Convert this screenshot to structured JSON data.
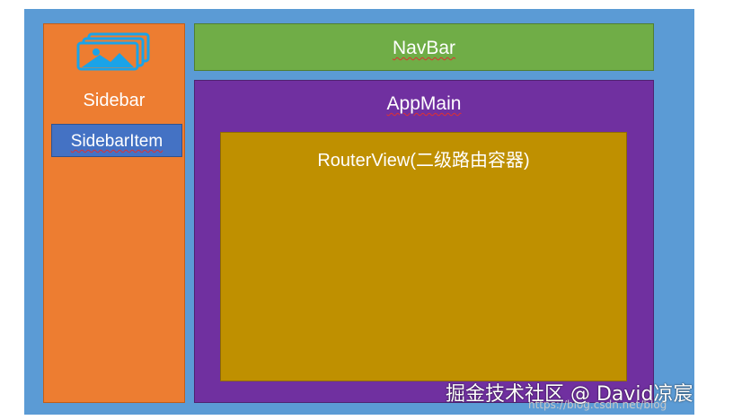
{
  "colors": {
    "frame": "#5b9bd5",
    "sidebar": "#ed7d31",
    "sidebar_item": "#4472c4",
    "navbar": "#70ad47",
    "appmain": "#7030a0",
    "routerview": "#bf9000",
    "text": "#ffffff",
    "spellcheck_underline": "#e03030"
  },
  "sidebar": {
    "logo_icon": "image-gallery-icon",
    "title": "Sidebar",
    "item_label": "SidebarItem"
  },
  "navbar": {
    "label": "NavBar"
  },
  "appmain": {
    "title": "AppMain",
    "routerview": {
      "title": "RouterView(二级路由容器)"
    }
  },
  "watermark": {
    "text": "掘金技术社区 @ David凉宸",
    "url_fragment": "https://blog.csdn.net/blog"
  }
}
